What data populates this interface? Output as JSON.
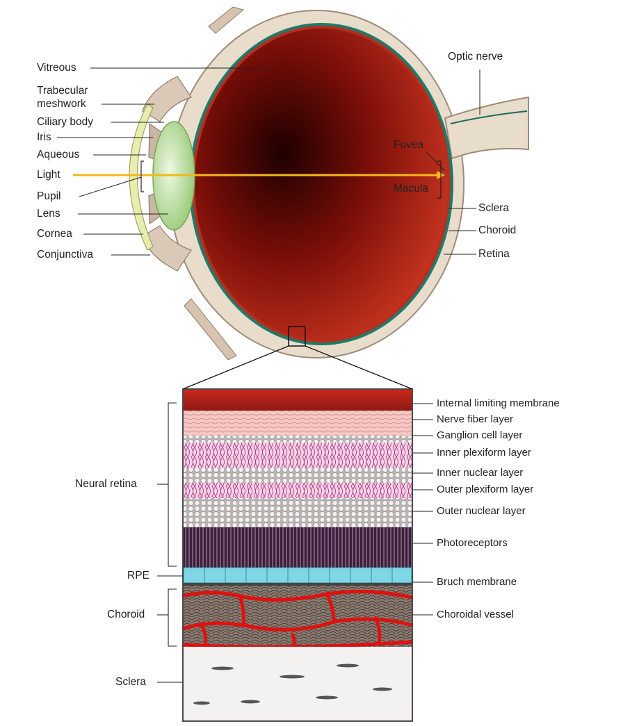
{
  "eye": {
    "labels_left": {
      "vitreous": "Vitreous",
      "trabecular_1": "Trabecular",
      "trabecular_2": "meshwork",
      "ciliary_body": "Ciliary body",
      "iris": "Iris",
      "aqueous": "Aqueous",
      "light": "Light",
      "pupil": "Pupil",
      "lens": "Lens",
      "cornea": "Cornea",
      "conjunctiva": "Conjunctiva"
    },
    "labels_right": {
      "optic_nerve": "Optic nerve",
      "fovea": "Fovea",
      "macula": "Macula",
      "sclera": "Sclera",
      "choroid": "Choroid",
      "retina": "Retina"
    }
  },
  "retina_section": {
    "layers": [
      "Internal limiting membrane",
      "Nerve fiber layer",
      "Ganglion cell layer",
      "Inner plexiform layer",
      "Inner nuclear layer",
      "Outer plexiform layer",
      "Outer nuclear layer",
      "Photoreceptors",
      "Bruch membrane",
      "Choroidal vessel"
    ],
    "groups": {
      "neural_retina": "Neural retina",
      "rpe": "RPE",
      "choroid": "Choroid",
      "sclera": "Sclera"
    }
  },
  "colors": {
    "vitreous_dark": "#2a0000",
    "vitreous_red": "#c0281a",
    "sclera": "#e8dccb",
    "lens": "#c8e6a8",
    "light_ray": "#f2b81c",
    "rpe": "#7fd7e6",
    "choroid_vessel": "#e01010"
  }
}
